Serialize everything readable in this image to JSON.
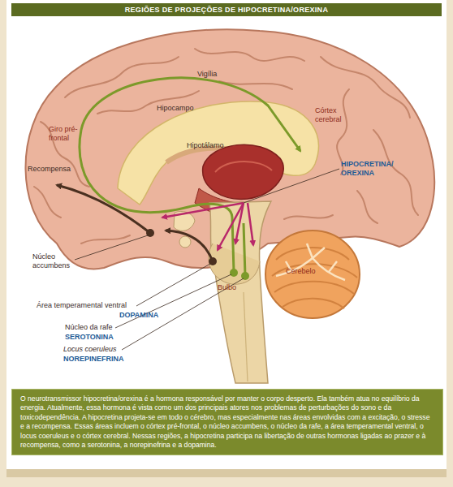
{
  "diagram": {
    "title": "REGIÕES DE PROJEÇÕES DE HIPOCRETINA/OREXINA",
    "caption": "O neurotransmissor hipocretina/orexina é a hormona responsável por manter o corpo desperto. Ela também atua no equilíbrio da energia. Atualmente, essa hormona é vista como um dos principais atores nos problemas de perturbações do sono e da toxicodependência. A hipocretina projeta-se em todo o cérebro, mas especialmente nas áreas envolvidas com a excitação, o stresse e a recompensa. Essas áreas incluem o córtex pré-frontal, o núcleo accumbens, o núcleo da rafe, a área temperamental ventral, o locus coeruleus e o córtex cerebral. Nessas regiões, a hipocretina participa na libertação de outras hormonas ligadas ao prazer e à recompensa, como a serotonina, a norepinefrina e a dopamina.",
    "labels": [
      "Vigília",
      "Córtex cerebral",
      "Giro pré-frontal",
      "Recompensa",
      "Hipocampo",
      "HIPOCRETINA/ OREXINA",
      "Hipotálamo",
      "Núcleo accumbens",
      "Cerebelo",
      "Bulbo",
      "Área temperamental ventral",
      "DOPAMINA",
      "Núcleo da rafe",
      "SEROTONINA",
      "Locus coeruleus",
      "NOREPINEFRINA"
    ]
  }
}
